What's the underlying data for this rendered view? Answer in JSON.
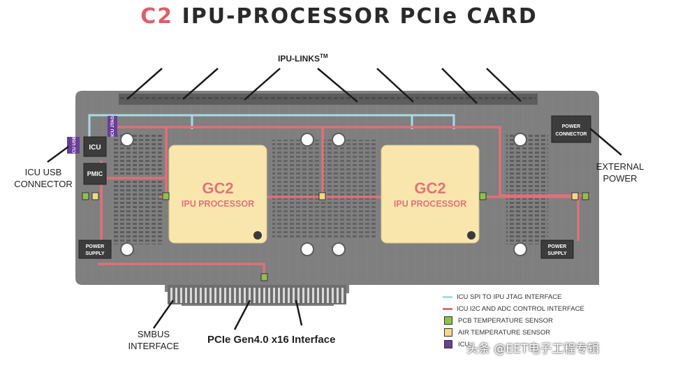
{
  "title": {
    "accent": "C2",
    "rest": "IPU-PROCESSOR PCIe CARD"
  },
  "callouts": {
    "ipu_links": "IPU-LINKS",
    "ipu_links_tm": "TM",
    "icu_usb_line1": "ICU USB",
    "icu_usb_line2": "CONNECTOR",
    "external_power_line1": "EXTERNAL",
    "external_power_line2": "POWER",
    "smbus_line1": "SMBUS",
    "smbus_line2": "INTERFACE",
    "pcie_interface": "PCIe Gen4.0 x16 Interface"
  },
  "board": {
    "icu": "ICU",
    "pmic": "PMIC",
    "icu_usb_chip": "ICU USB",
    "icu_jtag_chip": "ICU JTAG",
    "power_supply_line1": "POWER",
    "power_supply_line2": "SUPPLY",
    "power_connector_line1": "POWER",
    "power_connector_line2": "CONNECTOR",
    "processors": [
      {
        "name": "GC2",
        "subtitle": "IPU PROCESSOR"
      },
      {
        "name": "GC2",
        "subtitle": "IPU PROCESSOR"
      }
    ]
  },
  "legend": [
    {
      "key": "line",
      "color": "#a8dbe6",
      "text": "ICU SPI TO IPU JTAG INTERFACE"
    },
    {
      "key": "line",
      "color": "#e07078",
      "text": "ICU I2C AND ADC CONTROL INTERFACE"
    },
    {
      "key": "box",
      "color": "#8bc34a",
      "text": "PCB TEMPERATURE SENSOR"
    },
    {
      "key": "box",
      "color": "#f3d78a",
      "text": "AIR TEMPERATURE SENSOR"
    },
    {
      "key": "box",
      "color": "#6a3d9a",
      "text": "ICU"
    }
  ],
  "colors": {
    "title_accent": "#d9606b",
    "spi_line": "#a8dbe6",
    "i2c_line": "#e07078",
    "processor_fill": "#f9e6ad",
    "processor_text": "#e3737a",
    "board": "#7a7a7a",
    "pcb_sensor": "#8bc34a",
    "air_sensor": "#f3d78a",
    "icu_purple": "#6a3d9a"
  },
  "watermark": "头条 @EET电子工程专辑"
}
